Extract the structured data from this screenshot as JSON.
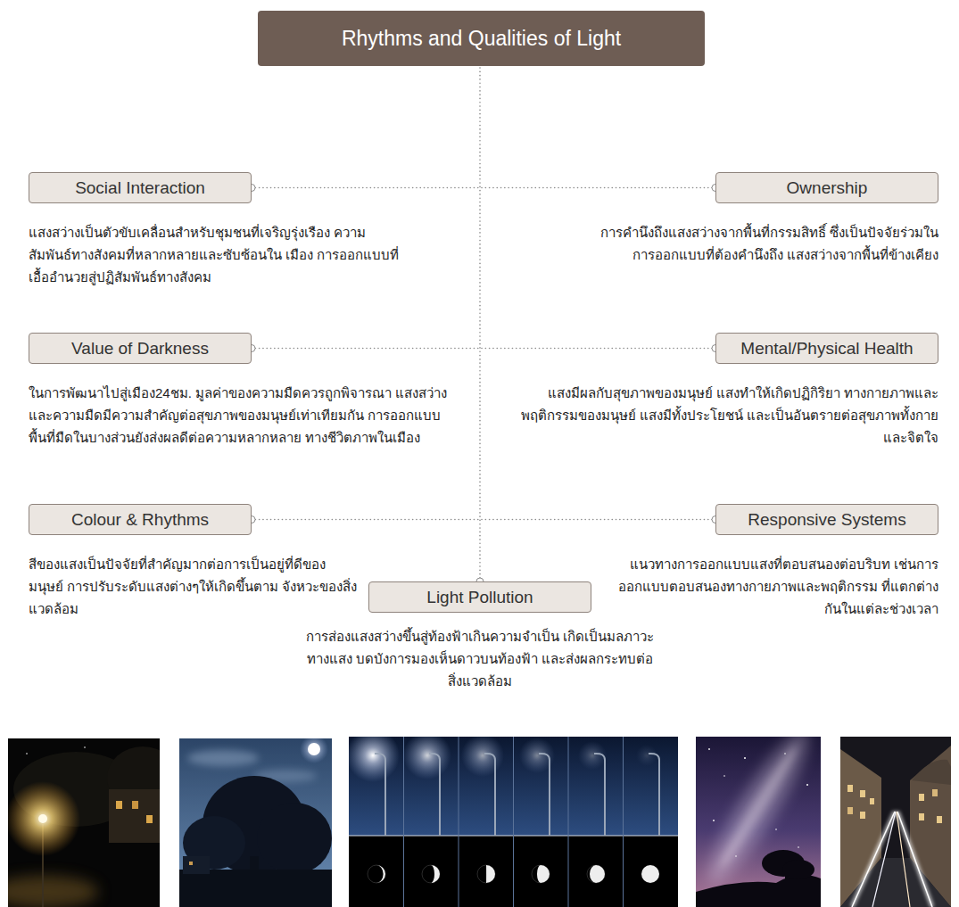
{
  "diagram": {
    "title": "Rhythms and Qualities of Light",
    "nodes": [
      {
        "text": [
          "Social Interaction",
          "แสงสว่างเป็นตัวขับเคลื่อนสำหรับชุมชนที่เจริญรุ่งเรือง ความสัมพันธ์ทางสังคมที่หลากหลายและซับซ้อนใน เมือง การออกแบบที่เอื้ออำนวยสู่ปฏิสัมพันธ์ทางสังคม"
        ]
      },
      {
        "text": [
          "Ownership",
          "การคำนึงถึงแสงสว่างจากพื้นที่กรรมสิทธิ์ ซึ่งเป็นปัจจัยร่วมในการออกแบบที่ต้องคำนึงถึง แสงสว่างจากพื้นที่ข้างเคียง"
        ]
      },
      {
        "text": [
          "Value of Darkness",
          "ในการพัฒนาไปสู่เมือง24ชม. มูลค่าของความมืดควรถูกพิจารณา แสงสว่างและความมืดมีความสำคัญต่อสุขภาพของมนุษย์เท่าเทียมกัน การออกแบบพื้นที่มืดในบางส่วนยังส่งผลดีต่อความหลากหลาย ทางชีวิตภาพในเมือง"
        ]
      },
      {
        "text": [
          "Mental/Physical Health",
          "แสงมีผลกับสุขภาพของมนุษย์ แสงทำให้เกิดปฏิกิริยา ทางกายภาพและพฤติกรรมของมนุษย์ แสงมีทั้งประโยชน์ และเป็นอันตรายต่อสุขภาพทั้งกายและจิตใจ"
        ]
      },
      {
        "text": [
          "Colour & Rhythms",
          "สีของแสงเป็นปัจจัยที่สำคัญมากต่อการเป็นอยู่ที่ดีของมนุษย์ การปรับระดับแสงต่างๆให้เกิดขึ้นตาม จังหวะของสิ่งแวดล้อม"
        ]
      },
      {
        "text": [
          "Responsive Systems",
          "แนวทางการออกแบบแสงที่ตอบสนองต่อบริบท เช่นการออกแบบตอบสนองทางกายภาพและพฤติกรรม ที่แตกต่างกันในแต่ละช่วงเวลา"
        ]
      },
      {
        "text": [
          "Light Pollution",
          "การส่องแสงสว่างขึ้นสู่ท้องฟ้าเกินความจำเป็น เกิดเป็นมลภาวะทางแสง บดบังการมองเห็นดาวบนท้องฟ้า และส่งผลกระทบต่อสิ่งแวดล้อม"
        ]
      }
    ],
    "edges": [
      {
        "from": 0,
        "to": 1,
        "arrow": "none"
      },
      {
        "from": 2,
        "to": 3,
        "arrow": "none"
      },
      {
        "from": 4,
        "to": 5,
        "arrow": "none"
      }
    ]
  }
}
